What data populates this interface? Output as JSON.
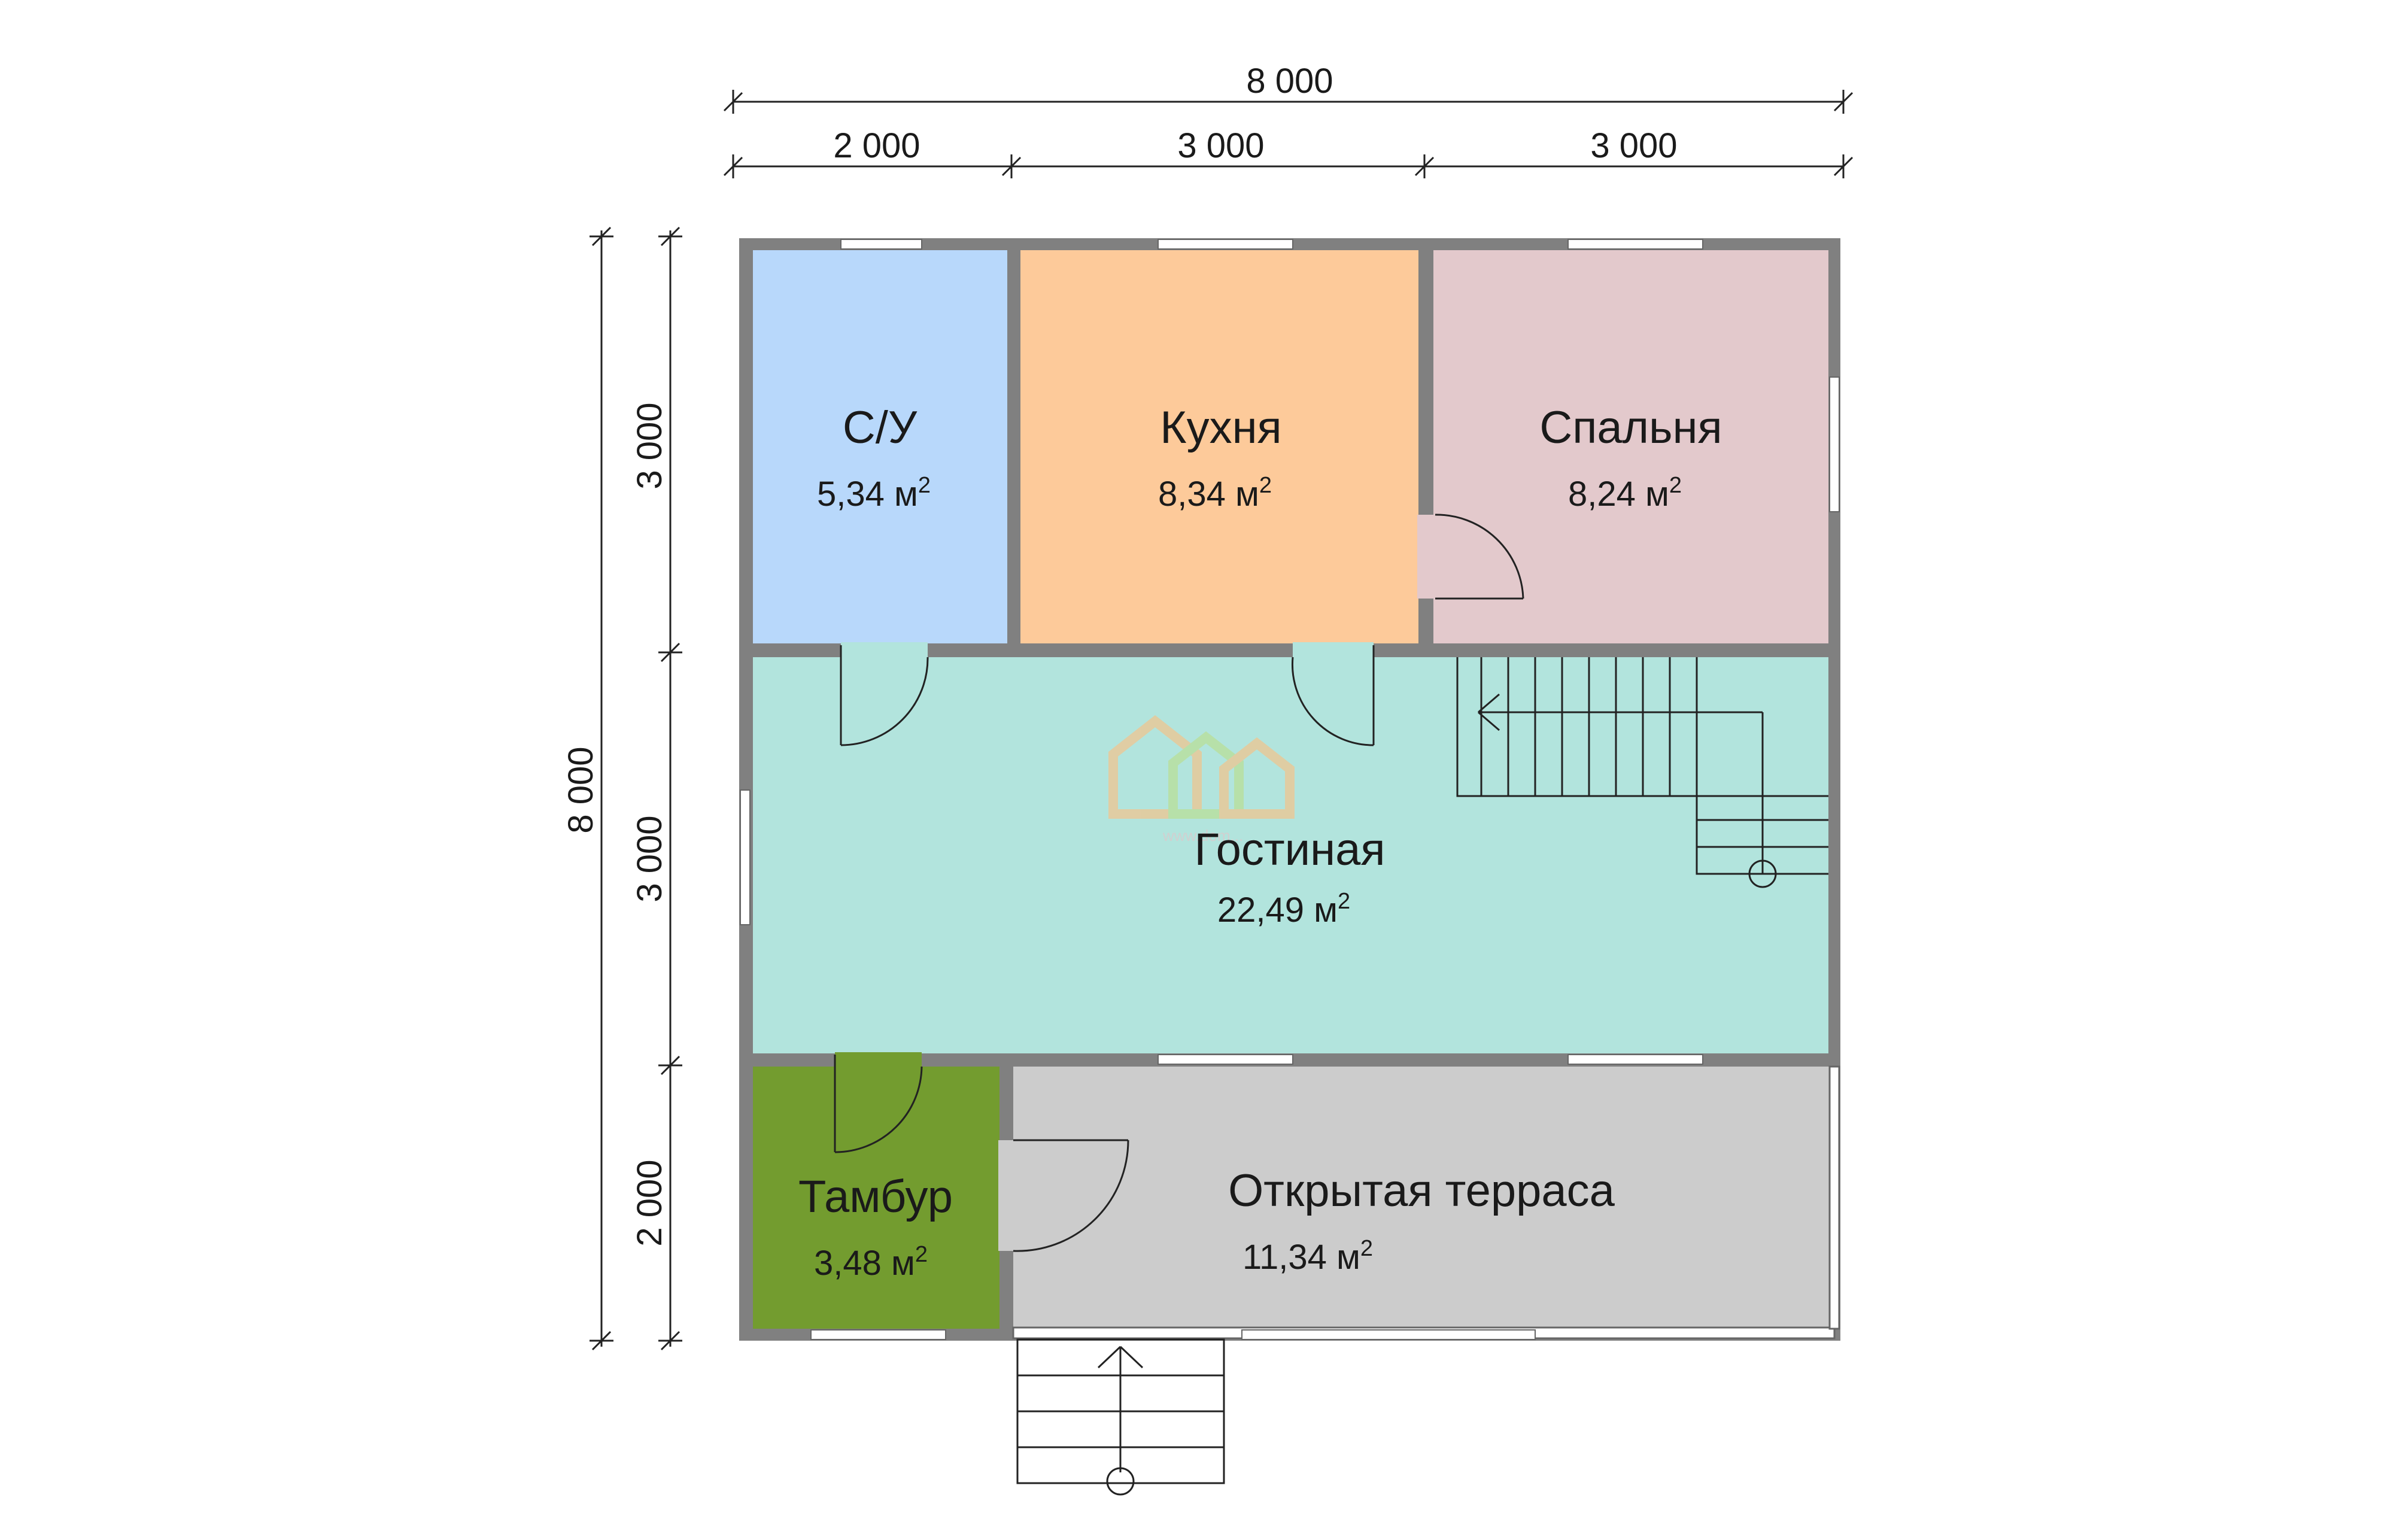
{
  "dimensions": {
    "top_total": "8 000",
    "top_seg1": "2 000",
    "top_seg2": "3 000",
    "top_seg3": "3 000",
    "left_total": "8 000",
    "left_seg1": "3 000",
    "left_seg2": "3 000",
    "left_seg3": "2 000"
  },
  "rooms": {
    "bathroom": {
      "name": "С/У",
      "area": "5,34 м",
      "sup": "2",
      "color": "#b8d8fb"
    },
    "kitchen": {
      "name": "Кухня",
      "area": "8,34 м",
      "sup": "2",
      "color": "#fdca9a"
    },
    "bedroom": {
      "name": "Спальня",
      "area": "8,24 м",
      "sup": "2",
      "color": "#e3c9cc"
    },
    "living": {
      "name": "Гостиная",
      "area": "22,49 м",
      "sup": "2",
      "color": "#b2e4dd"
    },
    "vestibule": {
      "name": "Тамбур",
      "area": "3,48 м",
      "sup": "2",
      "color": "#739c2f"
    },
    "terrace": {
      "name": "Открытая терраса",
      "area": "11,34 м",
      "sup": "2",
      "color": "#cccccc"
    }
  },
  "watermark": {
    "text": "www.dom..."
  },
  "colors": {
    "wall": "#808080",
    "logo_orange": "#e8c99a",
    "logo_green": "#b8e0a0"
  }
}
